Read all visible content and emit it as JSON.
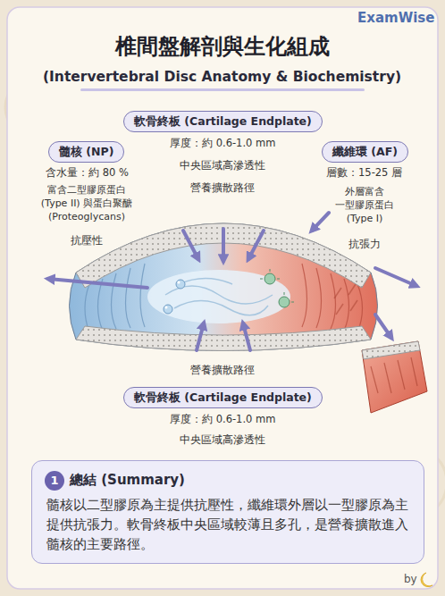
{
  "diagram": {
    "title": "椎間盤解剖與生化組成",
    "nodes": [
      {
        "text": [
          "軟骨終板 (Cartilage Endplate)"
        ]
      },
      {
        "text": [
          "髓核 (NP)"
        ]
      },
      {
        "text": [
          "纖維環 (AF)"
        ]
      },
      {
        "text": [
          "軟骨終板 (Cartilage Endplate)"
        ]
      },
      {
        "text": [
          "總結 (Summary)",
          "髓核以二型膠原為主提供抗壓性，纖維環外層以一型膠原為主提供抗張力。軟骨終板中央區域較薄且多孔，是營養擴散進入髓核的主要路徑。"
        ]
      },
      {
        "text": [
          "1"
        ],
        "in": 4
      }
    ],
    "labels": [
      "ExamWise",
      "(Intervertebral Disc Anatomy & Biochemistry)",
      "厚度：約 0.6-1.0 mm",
      "中央區域高滲透性",
      "營養擴散路徑",
      "含水量：約 80 %",
      "富含二型膠原蛋白 (Type II) 與蛋白聚醣 (Proteoglycans)",
      "抗壓性",
      "層數：15-25 層",
      "外層富含 一型膠原蛋白 (Type I)",
      "抗張力",
      "營養擴散路徑",
      "厚度：約 0.6-1.0 mm",
      "中央區域高滲透性",
      "by"
    ]
  }
}
